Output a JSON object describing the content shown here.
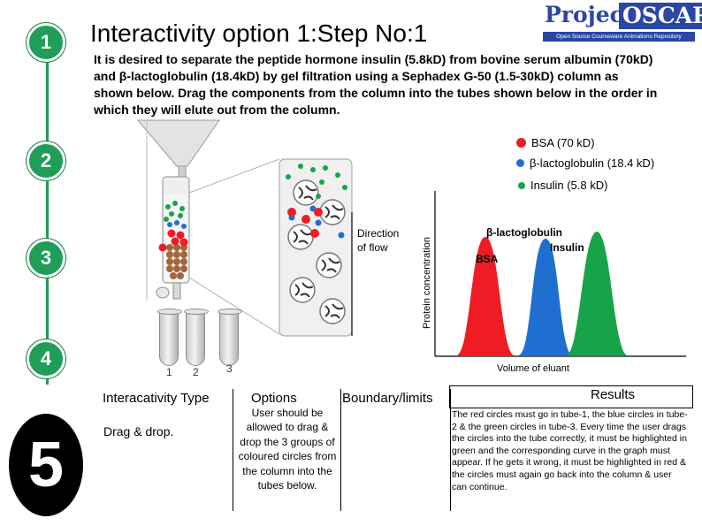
{
  "header": {
    "title": "Interactivity option 1:Step No:1",
    "logo_word1": "Project",
    "logo_word2": "OSCAR",
    "logo_tagline": "Open Source Courseware Animations Repository"
  },
  "steps": [
    "1",
    "2",
    "3",
    "4"
  ],
  "description": "It is desired to separate the peptide hormone insulin (5.8kD) from bovine serum albumin (70kD) and β-lactoglobulin (18.4kD) by gel filtration using a Sephadex G-50 (1.5-30kD) column as shown below. Drag the components from the column into the tubes shown below in the order in which they will elute out from the column.",
  "legend": [
    {
      "label": "BSA (70 kD)",
      "color": "#ee1c24"
    },
    {
      "label": "β-lactoglobulin (18.4 kD)",
      "color": "#1f6fd0"
    },
    {
      "label": "Insulin (5.8 kD)",
      "color": "#17a34a"
    }
  ],
  "column_diagram": {
    "direction_label": "Direction of flow",
    "tube_numbers": [
      "1",
      "2",
      "3"
    ]
  },
  "chart_data": {
    "type": "area",
    "ylabel": "Protein concentration",
    "xlabel": "Volume of eluant",
    "series": [
      {
        "name": "BSA",
        "color": "#ee1c24",
        "peak_order": 1
      },
      {
        "name": "β-lactoglobulin",
        "color": "#1f6fd0",
        "peak_order": 2
      },
      {
        "name": "Insulin",
        "color": "#17a34a",
        "peak_order": 3
      }
    ],
    "peak_labels": [
      "BSA",
      "β-lactoglobulin",
      "Insulin"
    ]
  },
  "table": {
    "headers": {
      "type": "Interacativity Type",
      "options": "Options",
      "boundary": "Boundary/limits",
      "results": "Results"
    },
    "type_value": "Drag & drop.",
    "options_value": "User should be allowed to drag & drop the 3 groups of coloured circles from the column into the tubes below.",
    "boundary_value": "",
    "results_value": "The red circles must go in tube-1, the blue circles in tube-2 & the green circles in tube-3. Every time the user drags the circles into the tube correctly, it must be highlighted in green and the corresponding curve in the graph must appear. If he gets it wrong, it must be highlighted in red & the circles must again go back into the column & user can continue."
  },
  "step_five": "5"
}
